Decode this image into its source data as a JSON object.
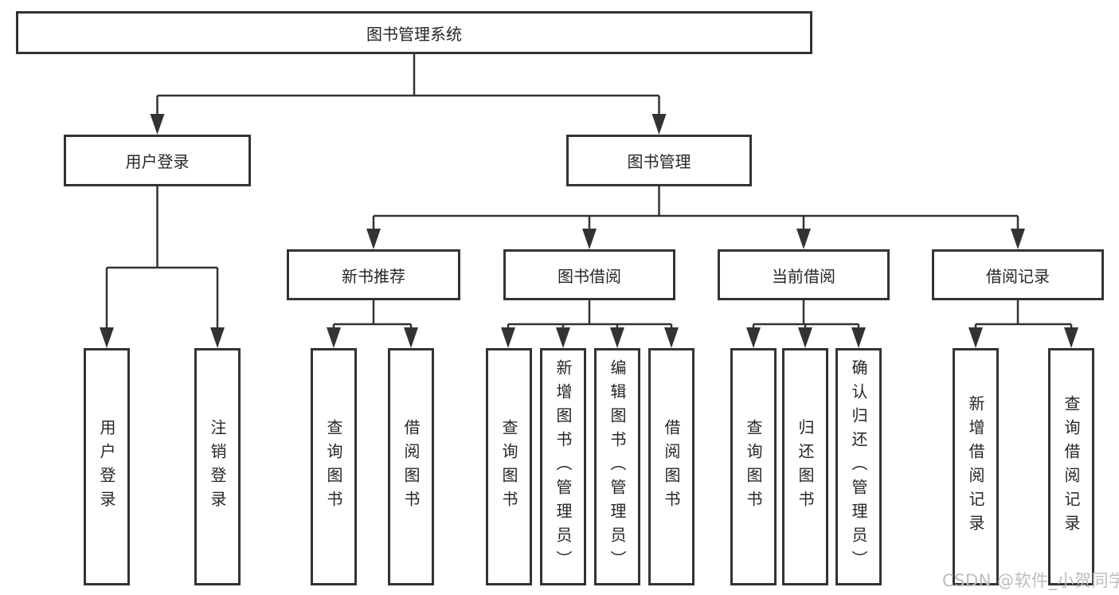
{
  "diagram": {
    "root": {
      "label": "图书管理系统"
    },
    "branches": [
      {
        "label": "用户登录",
        "children": [
          {
            "label": "用户登录"
          },
          {
            "label": "注销登录"
          }
        ]
      },
      {
        "label": "图书管理",
        "children": [
          {
            "label": "新书推荐",
            "children": [
              {
                "label": "查询图书"
              },
              {
                "label": "借阅图书"
              }
            ]
          },
          {
            "label": "图书借阅",
            "children": [
              {
                "label": "查询图书"
              },
              {
                "label": "新增图书（管理员）"
              },
              {
                "label": "编辑图书（管理员）"
              },
              {
                "label": "借阅图书"
              }
            ]
          },
          {
            "label": "当前借阅",
            "children": [
              {
                "label": "查询图书"
              },
              {
                "label": "归还图书"
              },
              {
                "label": "确认归还（管理员）"
              }
            ]
          },
          {
            "label": "借阅记录",
            "children": [
              {
                "label": "新增借阅记录"
              },
              {
                "label": "查询借阅记录"
              }
            ]
          }
        ]
      }
    ]
  },
  "watermark": {
    "text": "CSDN @软件_小贺同学"
  },
  "colors": {
    "line": "#333333",
    "box_border": "#333333",
    "box_fill": "#ffffff",
    "text": "#262626",
    "watermark": "#bdbdbd",
    "background": "#ffffff"
  }
}
